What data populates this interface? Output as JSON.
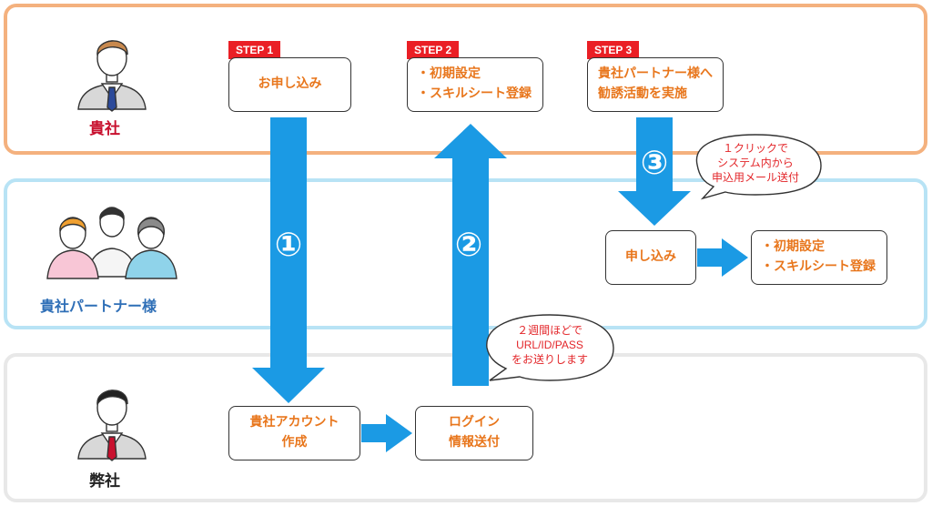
{
  "lanes": {
    "company": {
      "label": "貴社"
    },
    "partner": {
      "label": "貴社パートナー様"
    },
    "ours": {
      "label": "弊社"
    }
  },
  "steps": [
    {
      "tag": "STEP 1",
      "text": "お申し込み"
    },
    {
      "tag": "STEP 2",
      "text": "・初期設定\n・スキルシート登録"
    },
    {
      "tag": "STEP 3",
      "text": "貴社パートナー様へ\n勧誘活動を実施"
    }
  ],
  "partner_boxes": {
    "apply": "申し込み",
    "setup": "・初期設定\n・スキルシート登録"
  },
  "ours_boxes": {
    "account": "貴社アカウント\n作成",
    "login": "ログイン\n情報送付"
  },
  "arrow_numbers": [
    "①",
    "②",
    "③"
  ],
  "bubbles": {
    "one_click": "１クリックで\nシステム内から\n申込用メール送付",
    "two_weeks": "２週間ほどで\nURL/ID/PASS\nをお送りします"
  },
  "icons": [
    "businessman-icon",
    "partners-group-icon",
    "businessman-red-tie-icon"
  ],
  "colors": {
    "company_lane": "#f4b17e",
    "partner_lane": "#b8e3f5",
    "ours_lane": "#e8e8e8",
    "arrow": "#1b9ae4",
    "step_tag": "#ea1f25",
    "box_text": "#e8761c",
    "company_label": "#c8102e",
    "partner_label": "#2f6fb7"
  }
}
